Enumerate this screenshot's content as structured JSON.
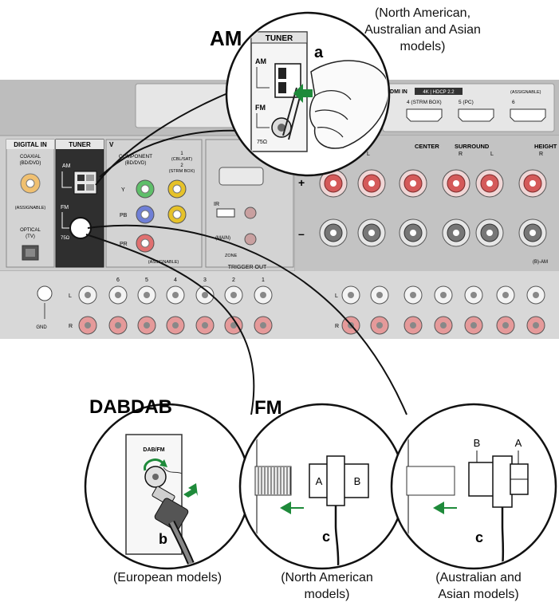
{
  "top_note": "(North American,\nAustralian and Asian\nmodels)",
  "callouts": {
    "am_heading": "AM",
    "dab_heading": "DABDAB",
    "fm_heading": "FM",
    "label_a": "a",
    "label_b": "b",
    "label_c1": "c",
    "label_c2": "c"
  },
  "tuner_zoom": {
    "title": "TUNER",
    "am": "AM",
    "fm": "FM",
    "ohm": "75Ω"
  },
  "panel": {
    "digital_in": "DIGITAL IN",
    "coaxial": "COAXIAL\n(BD/DVD)",
    "assignable": "(ASSIGNABLE)",
    "optical": "OPTICAL\n(TV)",
    "tuner": "TUNER",
    "am": "AM",
    "fm": "FM",
    "fm_ohm": "75Ω",
    "video": "V",
    "component": "COMPONENT\n(BD/DVD)",
    "cbl_sat": "1\n(CBL/SAT)\n2\n(STRM BOX)",
    "y": "Y",
    "pb": "PB",
    "pr": "PR",
    "assignable2": "(ASSIGNABLE)",
    "hdmi_in": "HDMI IN",
    "hdmi_badge": "4K | HDCP 2.2",
    "assignable3": "(ASSIGNABLE)",
    "hdmi4": "4 (STRM BOX)",
    "hdmi5": "5 (PC)",
    "hdmi6": "6",
    "center": "CENTER",
    "surround": "SURROUND",
    "surround_r": "R",
    "surround_l": "L",
    "height": "HEIGHT",
    "height_r": "R",
    "front_l": "L",
    "ir": "IR",
    "main": "(MAIN)",
    "zone": "ZONE",
    "trigger_out": "TRIGGER OUT",
    "gnd": "GND",
    "row_l": "L",
    "row_r": "R",
    "num6": "6",
    "num5": "5",
    "num4": "4",
    "num3": "3",
    "num2": "2",
    "num1": "1",
    "sub_l": "L",
    "sub_r": "R",
    "zone_b": "(B)-AM"
  },
  "dab_socket_label": "DAB/FM",
  "fm_plug_a": "A",
  "fm_plug_b": "B",
  "asian_plug_a": "A",
  "asian_plug_b": "B",
  "captions": {
    "european": "(European models)",
    "north_american": "(North American\nmodels)",
    "australian_asian": "(Australian and\nAsian models)"
  },
  "colors": {
    "panel": "#c7c7c7",
    "panel_dark": "#2f2f2f",
    "red_ring": "#d45a5a",
    "green_arrow": "#1e8a3a",
    "green_jack": "#4caf50",
    "blue_jack": "#5b6ccc",
    "yellow_jack": "#e6c229",
    "coaxial_orange": "#e8a243"
  }
}
